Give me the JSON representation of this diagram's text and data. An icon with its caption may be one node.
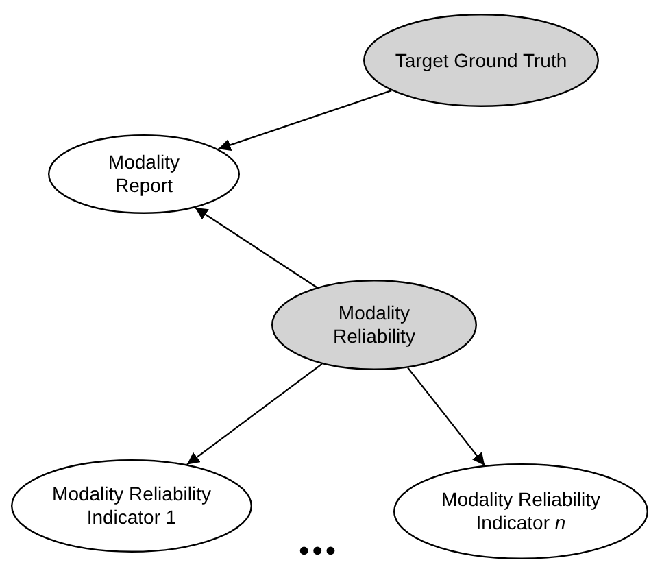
{
  "diagram": {
    "nodes": [
      {
        "text": [
          "Target Ground Truth"
        ]
      },
      {
        "text": [
          "Modality Report"
        ]
      },
      {
        "text": [
          "Modality Reliability"
        ]
      },
      {
        "text": [
          "Modality Reliability Indicator 1"
        ]
      },
      {
        "text": [
          "Modality Reliability Indicator *n*"
        ]
      }
    ],
    "edges": [
      {
        "from": 0,
        "to": 1,
        "arrow": "to"
      },
      {
        "from": 2,
        "to": 1,
        "arrow": "to"
      },
      {
        "from": 2,
        "to": 3,
        "arrow": "to"
      },
      {
        "from": 2,
        "to": 4,
        "arrow": "to"
      }
    ],
    "labels": [
      "•••"
    ]
  }
}
